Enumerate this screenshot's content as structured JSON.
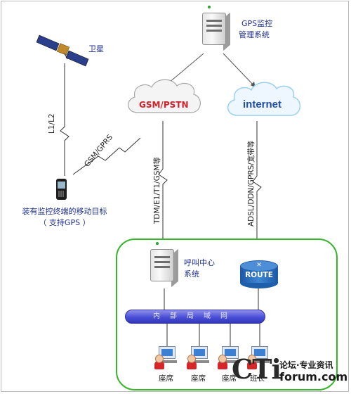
{
  "nodes": {
    "gps_system": {
      "line1": "GPS监控",
      "line2": "管理系统"
    },
    "satellite": {
      "label": "卫星"
    },
    "mobile_target": {
      "line1": "装有监控终端的移动目标",
      "line2": "（ 支持GPS ）"
    },
    "gsm_pstn": {
      "label": "GSM/PSTN"
    },
    "internet": {
      "label": "internet"
    },
    "call_center": {
      "line1": "呼叫中心",
      "line2": "系统"
    },
    "router": {
      "label": "ROUTE"
    },
    "lan": {
      "label": "内部局域网"
    },
    "seats": [
      "座席",
      "座席",
      "座席",
      "班长"
    ]
  },
  "links": {
    "l1_l2": "L1/L2",
    "gsm_gprs": "GSM/GPRS",
    "tdm": "TDM/E1/T1/GSM等",
    "adsl": "ADSL/DDN/GPRS/宽带等"
  },
  "logo": {
    "brand": "CTi",
    "line1": "论坛·专业资讯",
    "line2": "forum.com"
  },
  "colors": {
    "label_blue": "#1e2f8c",
    "gsm_red": "#d4202a",
    "internet_blue": "#1f4fa8",
    "lan_border": "#35b52a",
    "lan_bar": "#4a4fd8"
  }
}
